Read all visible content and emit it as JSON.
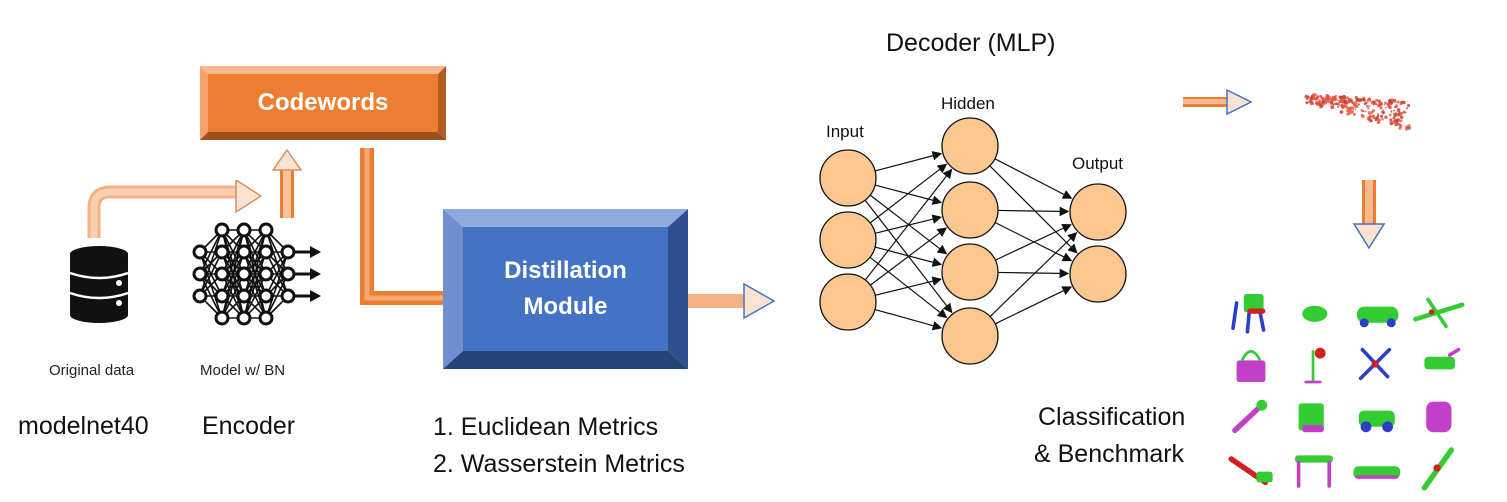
{
  "codewords": {
    "label": "Codewords"
  },
  "distillation": {
    "line1": "Distillation",
    "line2": "Module"
  },
  "encoder_section": {
    "original_data_label": "Original data",
    "model_label": "Model w/ BN",
    "dataset_name": "modelnet40",
    "encoder_name": "Encoder"
  },
  "metrics": {
    "item1": "1. Euclidean Metrics",
    "item2": "2. Wasserstein Metrics"
  },
  "decoder": {
    "title": "Decoder (MLP)",
    "input_label": "Input",
    "hidden_label": "Hidden",
    "output_label": "Output"
  },
  "classification": {
    "line1": "Classification",
    "line2": "& Benchmark"
  },
  "colors": {
    "orange": "#ed7d31",
    "orange_light": "#f4b183",
    "blue": "#4472c4",
    "node_fill": "#fcc890",
    "cloud_red": "#e8553f",
    "cloud_green": "#33cc33",
    "cloud_magenta": "#c43fc8",
    "cloud_blue": "#2d3fc8"
  }
}
